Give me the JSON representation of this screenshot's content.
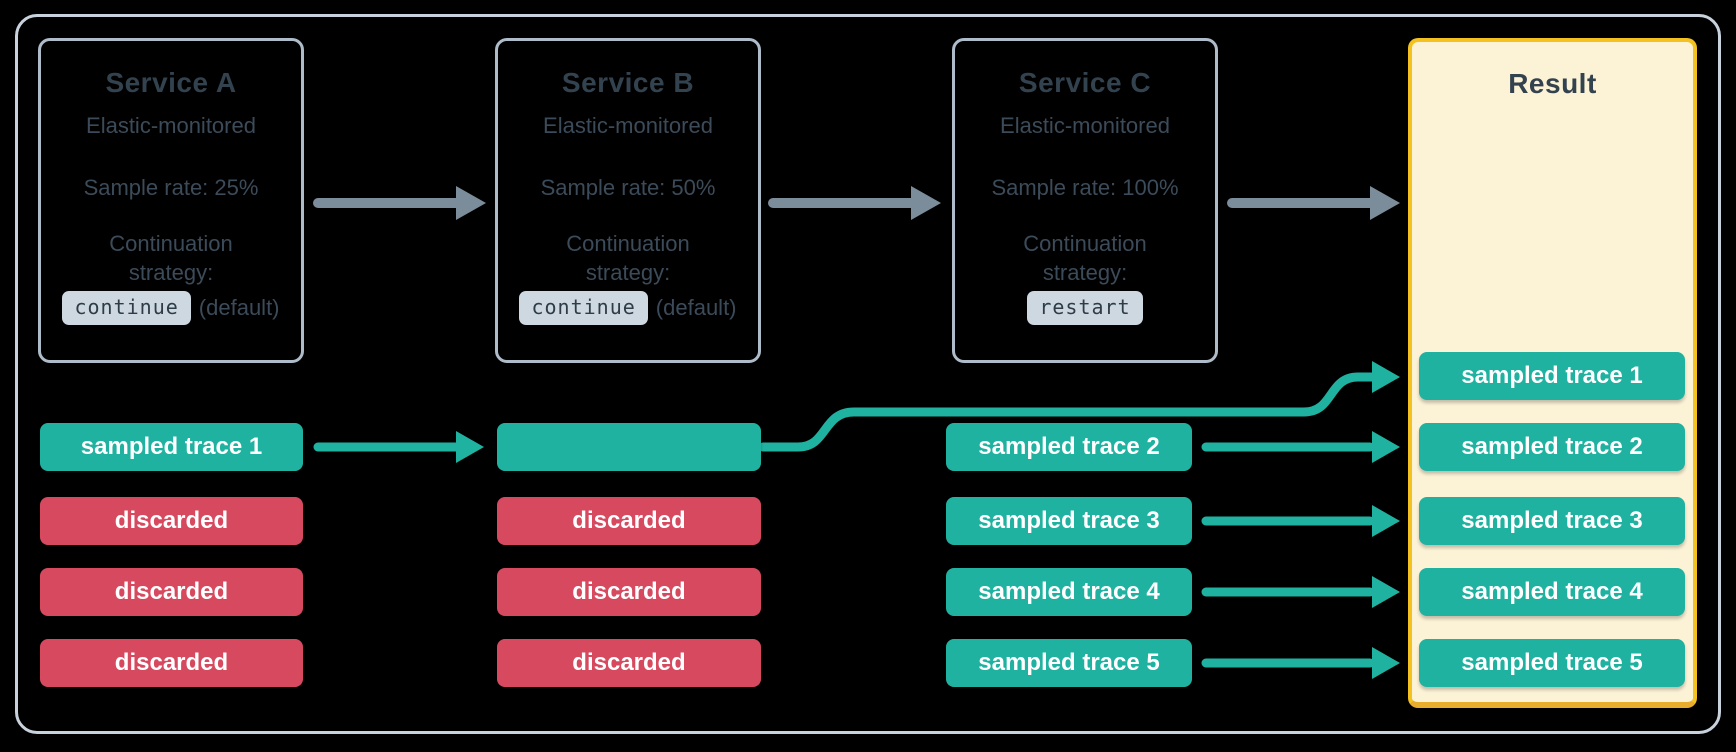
{
  "diagram": {
    "services": [
      {
        "title": "Service A",
        "monitoring": "Elastic-monitored",
        "sample_rate": "Sample rate: 25%",
        "continuation_label": "Continuation strategy:",
        "strategy_code": "continue",
        "strategy_note": "(default)"
      },
      {
        "title": "Service B",
        "monitoring": "Elastic-monitored",
        "sample_rate": "Sample rate: 50%",
        "continuation_label": "Continuation strategy:",
        "strategy_code": "continue",
        "strategy_note": "(default)"
      },
      {
        "title": "Service C",
        "monitoring": "Elastic-monitored",
        "sample_rate": "Sample rate: 100%",
        "continuation_label": "Continuation strategy:",
        "strategy_code": "restart",
        "strategy_note": ""
      }
    ],
    "service_a_rows": [
      {
        "label": "sampled trace 1",
        "type": "sampled"
      },
      {
        "label": "discarded",
        "type": "discarded"
      },
      {
        "label": "discarded",
        "type": "discarded"
      },
      {
        "label": "discarded",
        "type": "discarded"
      }
    ],
    "service_b_rows": [
      {
        "label": "",
        "type": "sampled"
      },
      {
        "label": "discarded",
        "type": "discarded"
      },
      {
        "label": "discarded",
        "type": "discarded"
      },
      {
        "label": "discarded",
        "type": "discarded"
      }
    ],
    "service_c_rows": [
      {
        "label": "sampled trace 2",
        "type": "sampled"
      },
      {
        "label": "sampled trace 3",
        "type": "sampled"
      },
      {
        "label": "sampled trace 4",
        "type": "sampled"
      },
      {
        "label": "sampled trace 5",
        "type": "sampled"
      }
    ],
    "result": {
      "title": "Result",
      "rows": [
        {
          "label": "sampled trace 1",
          "type": "sampled"
        },
        {
          "label": "sampled trace 2",
          "type": "sampled"
        },
        {
          "label": "sampled trace 3",
          "type": "sampled"
        },
        {
          "label": "sampled trace 4",
          "type": "sampled"
        },
        {
          "label": "sampled trace 5",
          "type": "sampled"
        }
      ]
    },
    "colors": {
      "sampled_teal": "#20b2a0",
      "discarded_red": "#d6495f",
      "result_border_yellow": "#f3c220",
      "result_background": "#fcf2d6",
      "flow_arrow_gray": "#7b8c9b",
      "service_box_border": "#aebcc9",
      "outer_frame_border": "#c8d2dc",
      "text_dark_slate": "#33424f",
      "code_pill_background": "#cdd8e1",
      "background": "#000000"
    }
  }
}
